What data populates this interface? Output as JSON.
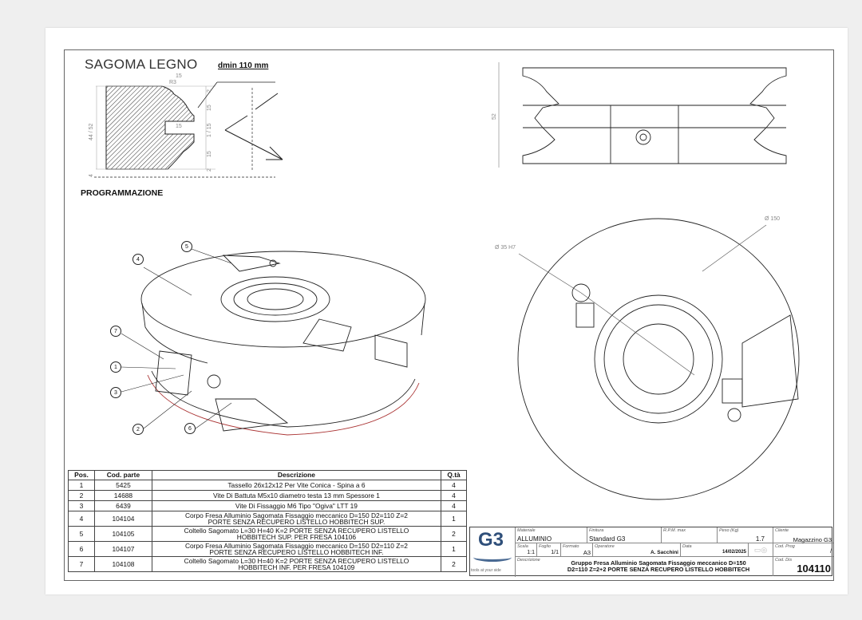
{
  "profile": {
    "title": "SAGOMA LEGNO",
    "dmin": "dmin 110 mm",
    "dims": {
      "top": "15",
      "radius": "R3",
      "slot": "15",
      "height": "44 / 52",
      "right_a": "15",
      "right_b": "1 / 15",
      "right_c": "15",
      "right_top": "2",
      "right_bottom": "2",
      "base": "4"
    },
    "section": "PROGRAMMAZIONE"
  },
  "side_view": {
    "height_dim": "52"
  },
  "plan_view": {
    "outer_dim": "Ø 150",
    "bore_dim": "Ø 35 H7"
  },
  "callouts": [
    "1",
    "2",
    "3",
    "4",
    "5",
    "6",
    "7"
  ],
  "bom": {
    "headers": [
      "Pos.",
      "Cod. parte",
      "Descrizione",
      "Q.tà"
    ],
    "rows": [
      {
        "pos": "1",
        "code": "5425",
        "desc": [
          "Tassello 26x12x12 Per Vite Conica - Spina a 6"
        ],
        "qty": "4"
      },
      {
        "pos": "2",
        "code": "14688",
        "desc": [
          "Vite Di Battuta M5x10 diametro testa 13 mm Spessore 1"
        ],
        "qty": "4"
      },
      {
        "pos": "3",
        "code": "6439",
        "desc": [
          "Vite Di Fissaggio M6 Tipo \"Ogiva\" LTT 19"
        ],
        "qty": "4"
      },
      {
        "pos": "4",
        "code": "104104",
        "desc": [
          "Corpo Fresa Alluminio Sagomata Fissaggio meccanico D=150 D2=110 Z=2",
          "PORTE SENZA RECUPERO LISTELLO HOBBITECH SUP."
        ],
        "qty": "1"
      },
      {
        "pos": "5",
        "code": "104105",
        "desc": [
          "Coltello Sagomato L=30 H=40 K=2 PORTE SENZA RECUPERO LISTELLO",
          "HOBBITECH SUP. PER FRESA 104106"
        ],
        "qty": "2"
      },
      {
        "pos": "6",
        "code": "104107",
        "desc": [
          "Corpo Fresa Alluminio Sagomata Fissaggio meccanico D=150 D2=110 Z=2",
          "PORTE SENZA RECUPERO LISTELLO HOBBITECH INF."
        ],
        "qty": "1"
      },
      {
        "pos": "7",
        "code": "104108",
        "desc": [
          "Coltello Sagomato L=30 H=40 K=2 PORTE SENZA RECUPERO LISTELLO",
          "HOBBITECH INF. PER FRESA 104109"
        ],
        "qty": "2"
      }
    ]
  },
  "title_block": {
    "logo_text": "G3",
    "tagline": "tools at your side",
    "materiale_label": "Materiale",
    "materiale": "ALLUMINIO",
    "finitura_label": "Finitura",
    "finitura": "Standard G3",
    "rpm_label": "R.P.M. max",
    "rpm": "",
    "peso_label": "Peso (Kg)",
    "peso": "1.7",
    "cliente_label": "Cliente",
    "cliente": "Magazzino G3",
    "scala_label": "Scala",
    "scala": "1:1",
    "foglio_label": "Foglio",
    "foglio": "1/1",
    "formato_label": "Formato",
    "formato": "A3",
    "operatore_label": "Operatore",
    "operatore": "A. Sacchini",
    "data_label": "Data",
    "data": "14/02/2025",
    "codprog_label": "Cod. Prog",
    "codprog": "/",
    "descrizione_label": "Descrizione",
    "descrizione": [
      "Gruppo Fresa Alluminio Sagomata Fissaggio meccanico D=150",
      "D2=110 Z=2+2 PORTE SENZA RECUPERO LISTELLO HOBBITECH"
    ],
    "coddis_label": "Cod. Dis",
    "coddis": "104110"
  }
}
